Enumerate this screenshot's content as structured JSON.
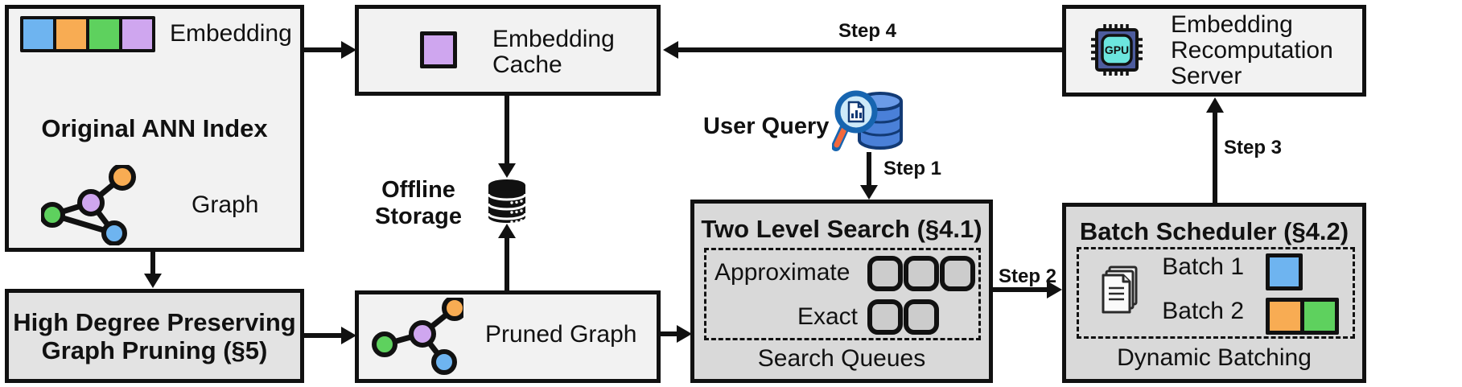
{
  "original_ann_index": {
    "title": "Original ANN Index",
    "embedding_label": "Embedding",
    "graph_label": "Graph"
  },
  "high_degree_pruning": {
    "label": "High Degree Preserving Graph Pruning (§5)"
  },
  "embedding_cache": {
    "label": "Embedding Cache"
  },
  "offline_storage": {
    "label": "Offline Storage"
  },
  "pruned_graph": {
    "label": "Pruned Graph"
  },
  "user_query": {
    "label": "User Query"
  },
  "steps": {
    "step1": "Step 1",
    "step2": "Step 2",
    "step3": "Step 3",
    "step4": "Step 4"
  },
  "two_level_search": {
    "title": "Two Level Search (§4.1)",
    "approximate_label": "Approximate",
    "approximate_slots": 3,
    "exact_label": "Exact",
    "exact_slots": 2,
    "footer": "Search Queues"
  },
  "batch_scheduler": {
    "title": "Batch Scheduler (§4.2)",
    "batch1_label": "Batch 1",
    "batch1_colors": [
      "blue"
    ],
    "batch2_label": "Batch 2",
    "batch2_colors": [
      "orange",
      "green"
    ],
    "footer": "Dynamic Batching"
  },
  "recomputation_server": {
    "label": "Embedding Recomputation Server",
    "gpu_chip_text": "GPU"
  },
  "colors": {
    "blue": "#6eb4f0",
    "orange": "#f8ac53",
    "green": "#5ed15e",
    "purple": "#cfa6ef",
    "box_light": "#f2f2f2",
    "box_medium": "#e3e3e3",
    "box_dark": "#d9d9d9",
    "outline": "#111111",
    "gpu_body": "#4d5c9e",
    "gpu_screen": "#6ce5de",
    "db_blue": "#4a80d8",
    "db_blue_light": "#6a9be8",
    "lens_blue": "#cdeaf9",
    "handle_orange": "#f2683c"
  }
}
